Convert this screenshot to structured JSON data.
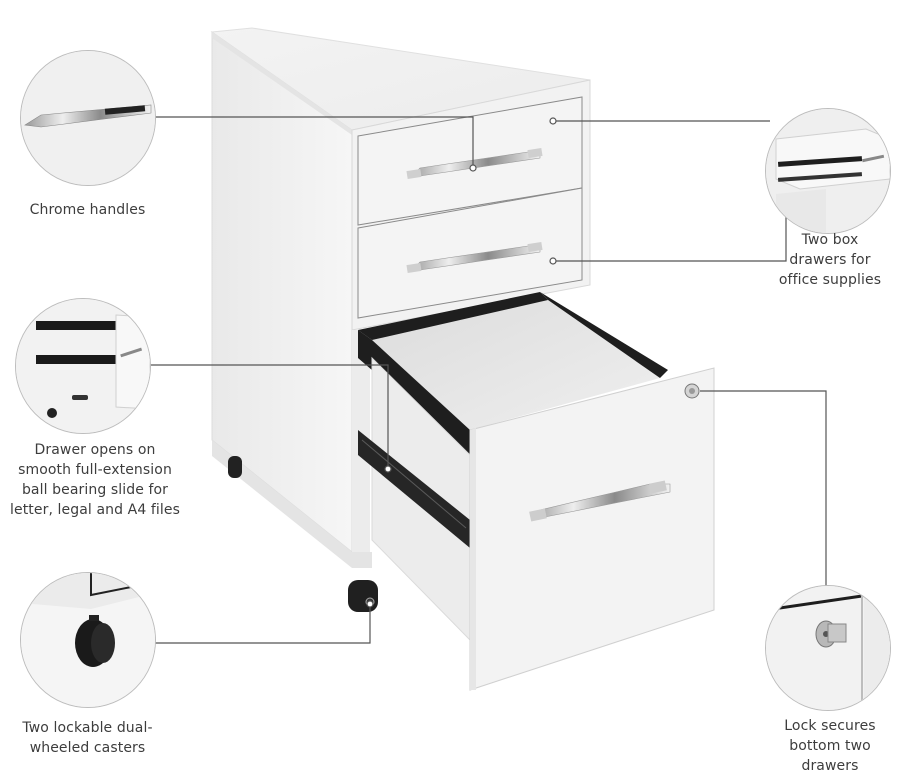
{
  "diagram": {
    "subject": "White 3-drawer mobile file cabinet",
    "colors": {
      "cabinet_body": "#f0f0f0",
      "cabinet_shadow": "#e2e2e2",
      "drawer_interior": "#e6e6e6",
      "rail_black": "#1e1e1e",
      "chrome": "#c8c8c8",
      "connector_line": "#555555",
      "label_text": "#3d3d3d"
    },
    "callouts": [
      {
        "id": "chrome-handles",
        "label": "Chrome handles",
        "position": "top-left"
      },
      {
        "id": "box-drawers",
        "label": "Two box drawers for office supplies",
        "label_lines": [
          "Two box",
          "drawers for",
          "office supplies"
        ],
        "position": "top-right"
      },
      {
        "id": "full-extension",
        "label": "Drawer opens on smooth full-extension ball bearing slide for letter, legal and A4 files",
        "label_lines": [
          "Drawer opens on",
          "smooth full-extension",
          "ball bearing slide for",
          "letter, legal and A4 files"
        ],
        "position": "middle-left"
      },
      {
        "id": "casters",
        "label": "Two lockable dual-wheeled casters",
        "label_lines": [
          "Two lockable dual-",
          "wheeled casters"
        ],
        "position": "bottom-left"
      },
      {
        "id": "lock",
        "label": "Lock secures bottom two drawers",
        "label_lines": [
          "Lock secures",
          "bottom two",
          "drawers"
        ],
        "position": "bottom-right"
      }
    ]
  }
}
